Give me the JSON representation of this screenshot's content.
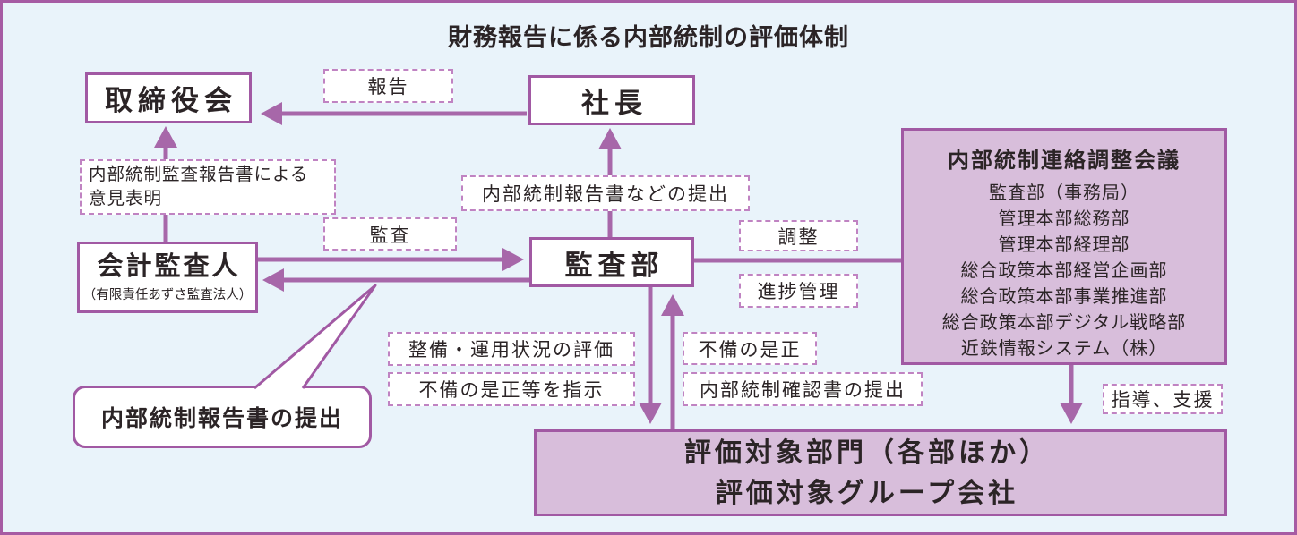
{
  "title": "財務報告に係る内部統制の評価体制",
  "nodes": {
    "board": {
      "label": "取締役会"
    },
    "president": {
      "label": "社長"
    },
    "auditor": {
      "label": "会計監査人",
      "sublabel": "（有限責任あずさ監査法人）"
    },
    "audit_dept": {
      "label": "監査部"
    },
    "liaison": {
      "title": "内部統制連絡調整会議",
      "members": [
        "監査部（事務局）",
        "管理本部総務部",
        "管理本部経理部",
        "総合政策本部経営企画部",
        "総合政策本部事業推進部",
        "総合政策本部デジタル戦略部",
        "近鉄情報システム（株）"
      ]
    },
    "target": {
      "lines": [
        "評価対象部門（各部ほか）",
        "評価対象グループ会社"
      ]
    }
  },
  "labels": {
    "report": "報告",
    "opinion": {
      "line1": "内部統制監査報告書による",
      "line2": "意見表明"
    },
    "submit_reports": "内部統制報告書などの提出",
    "audit": "監査",
    "coordination": "調整",
    "progress": "進捗管理",
    "evaluation": "整備・運用状況の評価",
    "instruct": "不備の是正等を指示",
    "correction": "不備の是正",
    "confirmation": "内部統制確認書の提出",
    "guidance": "指導、支援",
    "callout": "内部統制報告書の提出"
  },
  "colors": {
    "background": "#e9f3fa",
    "frame_border": "#a65ba3",
    "box_border": "#a159a3",
    "filled_box": "#d8bedb",
    "arrow": "#a767a9",
    "dashed_border": "#c083c2",
    "text": "#2b2426"
  }
}
